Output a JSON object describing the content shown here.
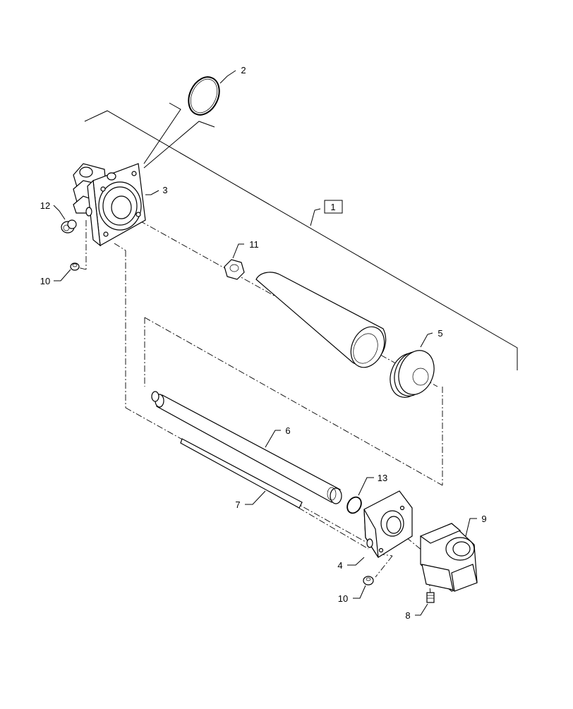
{
  "diagram": {
    "callouts": {
      "c1": "1",
      "c2": "2",
      "c3": "3",
      "c4": "4",
      "c5": "5",
      "c6": "6",
      "c7": "7",
      "c8": "8",
      "c9": "9",
      "c10a": "10",
      "c10b": "10",
      "c11": "11",
      "c12": "12",
      "c13": "13"
    }
  }
}
